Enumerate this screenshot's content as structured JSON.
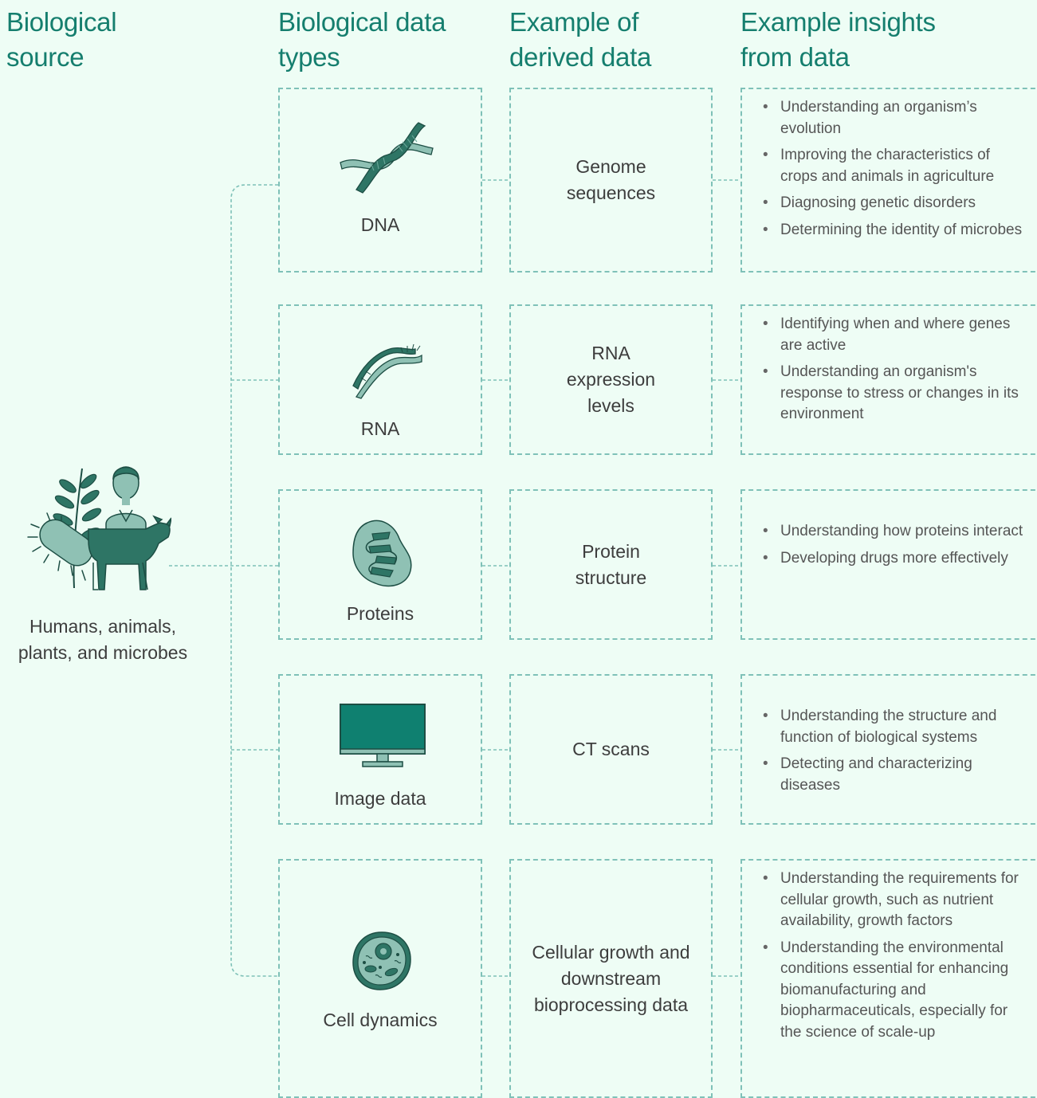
{
  "headers": {
    "source": "Biological source",
    "types": "Biological data types",
    "derived": "Example of derived data",
    "insights": "Example insights from data"
  },
  "source": {
    "label": "Humans, animals, plants, and microbes",
    "icon": "human-animal-plant-microbe-icon"
  },
  "rows": [
    {
      "type": "DNA",
      "icon": "dna-icon",
      "derived": "Genome sequences",
      "insights": [
        "Understanding an organism’s evolution",
        "Improving the characteristics of crops and animals in agriculture",
        "Diagnosing genetic disorders",
        "Determining the identity of microbes"
      ]
    },
    {
      "type": "RNA",
      "icon": "rna-icon",
      "derived": "RNA expression levels",
      "insights": [
        "Identifying when and where genes are active",
        "Understanding an organism's response to stress or changes in its environment"
      ]
    },
    {
      "type": "Proteins",
      "icon": "protein-icon",
      "derived": "Protein structure",
      "insights": [
        "Understanding how proteins interact",
        "Developing drugs more effectively"
      ]
    },
    {
      "type": "Image data",
      "icon": "monitor-icon",
      "derived": "CT scans",
      "insights": [
        "Understanding the structure and function of biological systems",
        "Detecting and characterizing diseases"
      ]
    },
    {
      "type": "Cell dynamics",
      "icon": "cell-icon",
      "derived": "Cellular growth and downstream bioprocessing data",
      "insights": [
        "Understanding the requirements for cellular growth, such as nutrient availability, growth factors",
        "Understanding the environmental conditions essential for enhancing biomanufacturing and biopharmaceuticals, especially for the science of scale-up"
      ]
    }
  ],
  "colors": {
    "background": "#eefdf5",
    "accent": "#157e6e",
    "dark_teal": "#2e7565",
    "light_teal": "#8fc1b4",
    "border": "#7fc1b8"
  }
}
